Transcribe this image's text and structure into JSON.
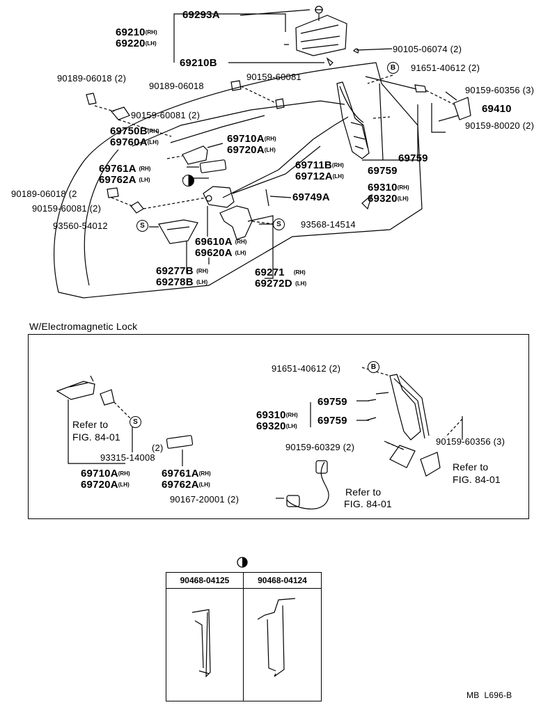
{
  "upper": {
    "p69293A": "69293A",
    "p69210": "69210",
    "p69220": "69220",
    "p69210B": "69210B",
    "p90105": "90105-06074",
    "p90105_qty": "(2)",
    "p90189_a": "90189-06018",
    "p90189_a_qty": "(2)",
    "p90159_60081_a": "90159-60081",
    "p90189_b": "90189-06018",
    "p91651": "91651-40612",
    "p91651_qty": "(2)",
    "p90159_60356": "90159-60356",
    "p90159_60356_qty": "(3)",
    "p69410": "69410",
    "p90159_80020": "90159-80020",
    "p90159_80020_qty": "(2)",
    "p90159_60081_b": "90159-60081",
    "p90159_60081_b_qty": "(2)",
    "p69750B": "69750B",
    "p69760A": "69760A",
    "p69710A": "69710A",
    "p69720A": "69720A",
    "p69761A": "69761A",
    "p69762A": "69762A",
    "p69711B": "69711B",
    "p69712A": "69712A",
    "p69759_a": "69759",
    "p69759_b": "69759",
    "p69310": "69310",
    "p69320": "69320",
    "p90189_c": "90189-06018",
    "p90189_c_qty": "(2",
    "p90159_60081_c": "90159-60081",
    "p90159_60081_c_qty": "(2)",
    "p69749A": "69749A",
    "p93560": "93560-54012",
    "p93568": "93568-14514",
    "p69610A": "69610A",
    "p69620A": "69620A",
    "p69277B": "69277B",
    "p69278B": "69278B",
    "p69271": "69271",
    "p69272D": "69272D"
  },
  "tags": {
    "rh": "(RH)",
    "lh": "(LH)",
    "rh_alt": "(RH)",
    "lh_alt": "(LH)"
  },
  "symbols": {
    "b": "B",
    "s": "S"
  },
  "section": {
    "title": "W/Electromagnetic Lock"
  },
  "lower": {
    "refer_to": "Refer to",
    "fig_ref": "FIG. 84-01",
    "p93315": "93315-14008",
    "p93315_qty": "(2)",
    "p69710A": "69710A",
    "p69720A": "69720A",
    "p69761A": "69761A",
    "p69762A": "69762A",
    "p91651": "91651-40612",
    "p91651_qty": "(2)",
    "p69759_a": "69759",
    "p69759_b": "69759",
    "p69310": "69310",
    "p69320": "69320",
    "p90159_60329": "90159-60329",
    "p90159_60329_qty": "(2)",
    "p90159_60356": "90159-60356",
    "p90159_60356_qty": "(3)",
    "refer_to_b": "Refer to",
    "fig_ref_b": "FIG. 84-01",
    "p90167": "90167-20001",
    "p90167_qty": "(2)",
    "refer_to_c": "Refer to",
    "fig_ref_c": "FIG. 84-01"
  },
  "table": {
    "col1": "90468-04125",
    "col2": "90468-04124"
  },
  "footer": {
    "code": "MB  L696-B"
  }
}
